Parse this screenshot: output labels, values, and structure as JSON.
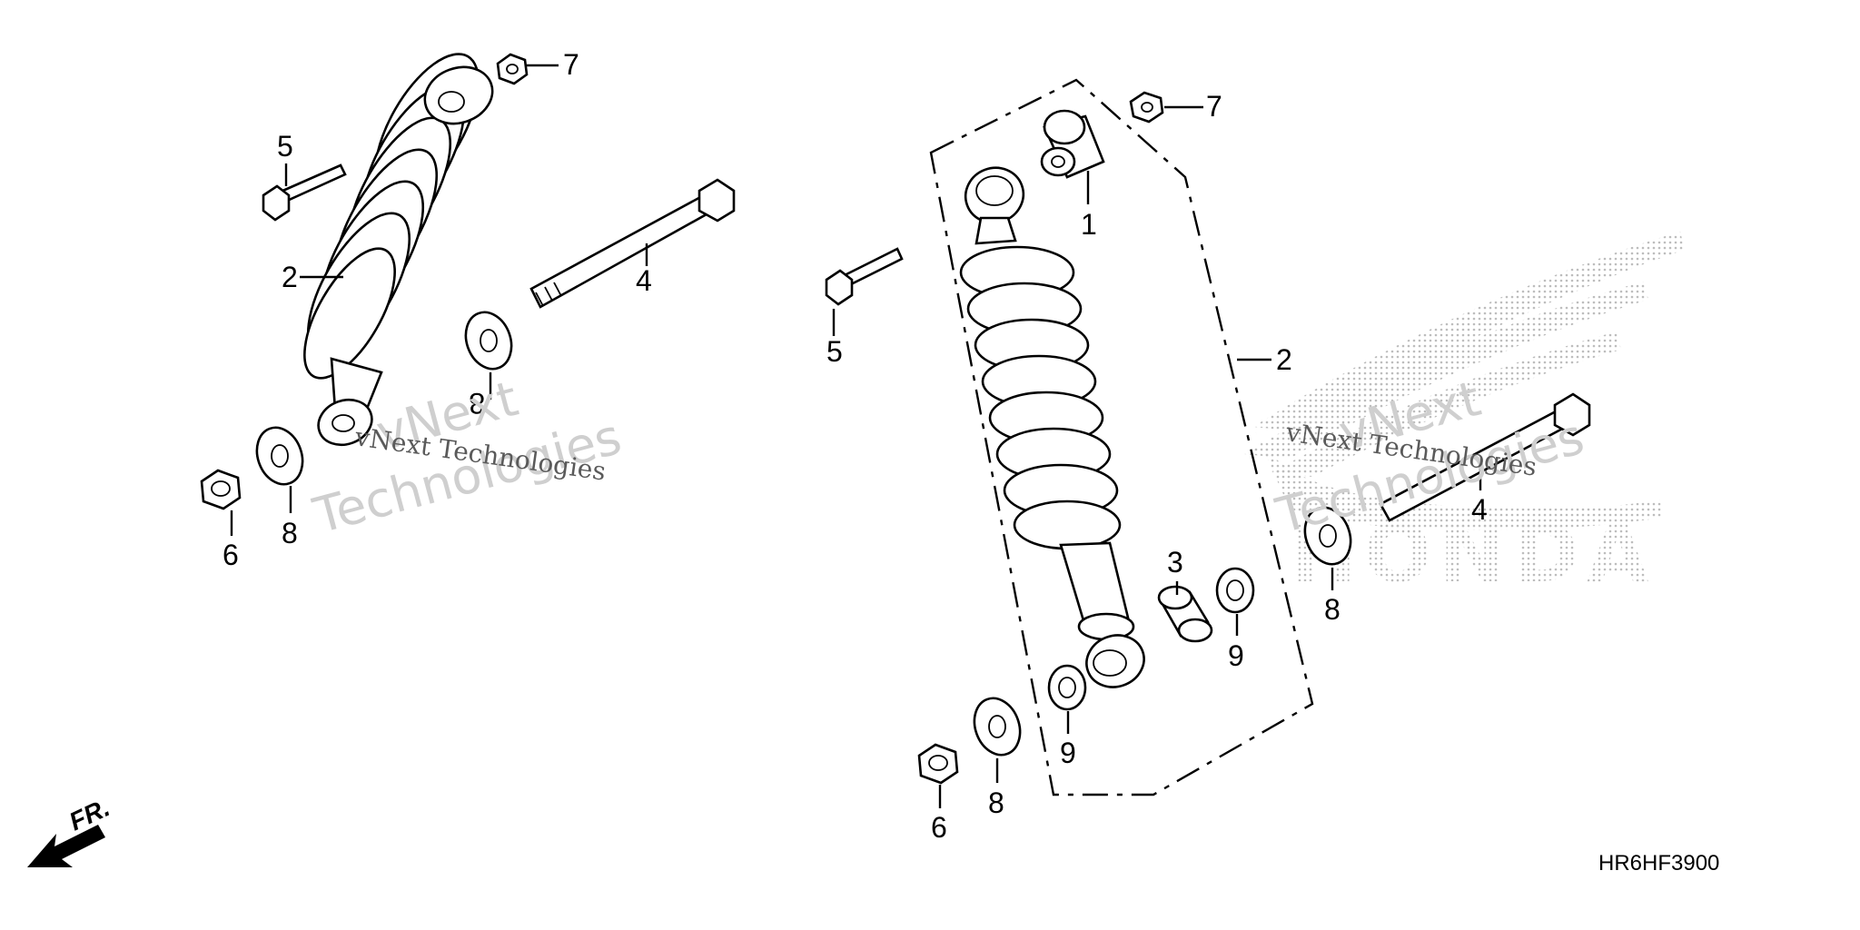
{
  "diagram": {
    "code": "HR6HF3900",
    "front_arrow_label": "FR.",
    "brand_logo_text": "HONDA",
    "watermark": {
      "line1": "vNext",
      "line2": "Technologies",
      "line3": "vNext Technologies"
    },
    "left_assembly": {
      "labels": [
        "2",
        "4",
        "5",
        "6",
        "7",
        "8",
        "8"
      ]
    },
    "right_assembly": {
      "labels": [
        "1",
        "2",
        "3",
        "4",
        "5",
        "6",
        "7",
        "8",
        "8",
        "9",
        "9"
      ]
    }
  }
}
